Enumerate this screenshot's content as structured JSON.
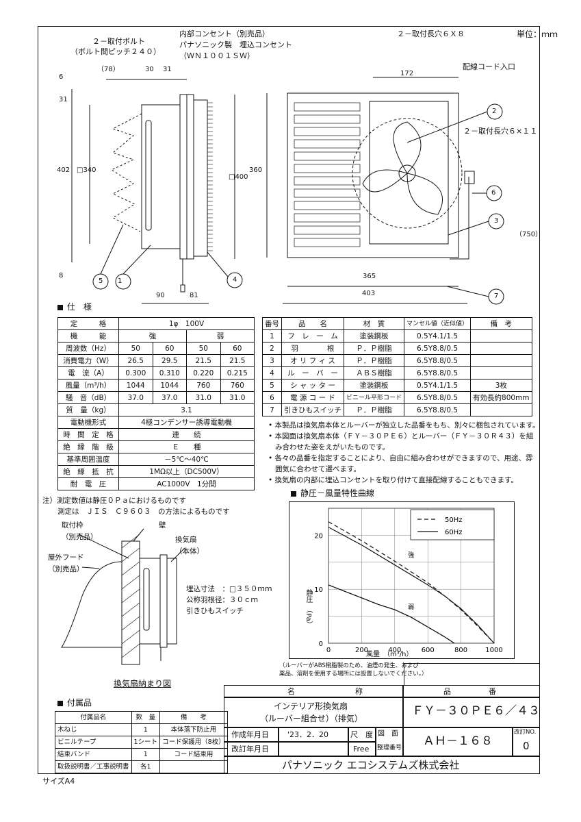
{
  "unit_label": "単位：ｍｍ",
  "size_label": "サイズA4",
  "drawing_labels": {
    "bolt": "２－取付ボルト",
    "bolt_pitch": "（ボルト間ピッチ２４０）",
    "outlet_title": "内部コンセント（別売品）",
    "outlet_maker": "パナソニック製　埋込コンセント",
    "outlet_model": "（ＷＮ１００１ＳＷ）",
    "slot_top": "２－取付長穴６Ｘ８",
    "cord_entry": "配線コード入口",
    "slot_right": "２－取付長穴６×１１",
    "dim_78": "（78）",
    "dim_30": "30",
    "dim_31": "31",
    "dim_6": "6",
    "dim_31v": "31",
    "dim_402": "402",
    "dim_340": "□340",
    "dim_400": "□400",
    "dim_8": "8",
    "dim_90": "90",
    "dim_81": "81",
    "dim_172": "172",
    "dim_360": "360",
    "dim_750": "（750）",
    "dim_365": "365",
    "dim_403": "403",
    "callouts": [
      "1",
      "2",
      "3",
      "4",
      "5",
      "6",
      "7"
    ]
  },
  "spec": {
    "heading": "仕　様",
    "rows": [
      [
        "定　　　格",
        "1φ　100V"
      ],
      [
        "機　　　能",
        "強",
        "弱"
      ],
      [
        "周波数（Hz）",
        "50",
        "60",
        "50",
        "60"
      ],
      [
        "消費電力（W）",
        "26.5",
        "29.5",
        "21.5",
        "21.5"
      ],
      [
        "電　流（A）",
        "0.300",
        "0.310",
        "0.220",
        "0.215"
      ],
      [
        "風量（m³/h）",
        "1044",
        "1044",
        "760",
        "760"
      ],
      [
        "騒　音（dB）",
        "37.0",
        "37.0",
        "31.0",
        "31.0"
      ],
      [
        "質　量（kg）",
        "3.1"
      ],
      [
        "電動機形式",
        "4極コンデンサー誘導電動機"
      ],
      [
        "時　間　定　格",
        "連　　続"
      ],
      [
        "絶　縁　階　級",
        "Ｅ　　種"
      ],
      [
        "基準周囲温度",
        "－5℃～40℃"
      ],
      [
        "絶　縁　抵　抗",
        "1MΩ以上（DC500V）"
      ],
      [
        "耐　電　圧",
        "AC1000V　1分間"
      ]
    ],
    "note1": "注）測定数値は静圧０Ｐａにおけるものです",
    "note2": "測定は　ＪＩＳ　Ｃ９６０３　の方法によるものです"
  },
  "parts": {
    "headers": [
      "番号",
      "品　　名",
      "材　質",
      "マンセル値（近似値）",
      "備　考"
    ],
    "rows": [
      [
        "1",
        "フ　レ　ー　ム",
        "塗装鋼板",
        "0.5Y4.1/1.5",
        ""
      ],
      [
        "2",
        "羽　　　　根",
        "Ｐ．Ｐ樹脂",
        "6.5Y8.8/0.5",
        ""
      ],
      [
        "3",
        "オ リ フ ィ ス",
        "Ｐ．Ｐ樹脂",
        "6.5Y8.8/0.5",
        ""
      ],
      [
        "4",
        "ル　ー　バ　ー",
        "ＡＢＳ樹脂",
        "6.5Y8.8/0.5",
        ""
      ],
      [
        "5",
        "シ ャ ッ タ ー",
        "塗装鋼板",
        "0.5Y4.1/1.5",
        "3枚"
      ],
      [
        "6",
        "電 源 コ ー ド",
        "ビニール平形コード",
        "6.5Y8.8/0.5",
        "有効長約800mm"
      ],
      [
        "7",
        "引きひもスイッチ",
        "Ｐ．Ｐ樹脂",
        "6.5Y8.8/0.5",
        ""
      ]
    ]
  },
  "bullets": [
    "本製品は換気扇本体とルーバーが独立した品番をもち、別々に梱包されています。",
    "本図面は換気扇本体（ＦＹ－３０ＰＥ６）とルーバー（ＦＹ－３０Ｒ４３）を組",
    "み合わせた姿をえがいたものです。",
    "各々の品番を指定することにより、自由に組み合わせができますので、用途、雰",
    "囲気に合わせて選べます。",
    "換気扇の内部に埋込コンセントを取り付けて直接配線することもできます。"
  ],
  "install": {
    "frame": "取付枠",
    "frame_sub": "（別売品）",
    "wall": "壁",
    "fan": "換気扇",
    "fan_sub": "（本体）",
    "hood": "屋外フード",
    "hood_sub": "（別売品）",
    "spec1": "埋込寸法　：□３５０ｍｍ",
    "spec2": "公称羽根径：３０ｃｍ",
    "spec3": "引きひもスイッチ",
    "caption": "換気扇納まり図"
  },
  "chart_data": {
    "type": "line",
    "title": "静圧－風量特性曲線",
    "xlabel": "風量　（m³/h）",
    "ylabel": "静圧　（Pa）",
    "xlim": [
      0,
      1000
    ],
    "ylim": [
      0,
      25
    ],
    "xticks": [
      0,
      200,
      400,
      600,
      800,
      1000
    ],
    "yticks": [
      0,
      10,
      20
    ],
    "legend_position": "top-right",
    "series": [
      {
        "name": "50Hz",
        "curve": "強",
        "style": "dashed",
        "x": [
          0,
          200,
          400,
          600,
          700,
          800,
          900,
          1000
        ],
        "y": [
          22.5,
          19,
          15.2,
          11.2,
          8.8,
          6.2,
          3.2,
          0
        ]
      },
      {
        "name": "60Hz",
        "curve": "強",
        "style": "solid",
        "x": [
          0,
          200,
          400,
          600,
          700,
          800,
          900,
          1000
        ],
        "y": [
          21.5,
          18.2,
          14.5,
          10.8,
          8.8,
          6.4,
          3.4,
          0
        ]
      },
      {
        "name": "50Hz",
        "curve": "弱",
        "style": "dashed",
        "x": [
          0,
          100,
          200,
          300,
          400,
          500,
          600,
          700,
          760
        ],
        "y": [
          10.8,
          9.6,
          8.4,
          7.2,
          6.2,
          4.8,
          3.0,
          1.2,
          0
        ]
      },
      {
        "name": "60Hz",
        "curve": "弱",
        "style": "solid",
        "x": [
          0,
          100,
          200,
          300,
          400,
          500,
          600,
          700,
          760
        ],
        "y": [
          10.8,
          9.6,
          8.4,
          7.2,
          6.2,
          4.8,
          3.0,
          1.2,
          0
        ]
      }
    ],
    "annotations": [
      "強",
      "弱"
    ],
    "footnote1": "（ルーバーがABS樹脂製のため、油煙の発生、および",
    "footnote2": "薬品、溶剤を使用する場所には設置しないでください。）"
  },
  "accessories": {
    "heading": "付属品",
    "headers": [
      "付属品名",
      "数　量",
      "備　　考"
    ],
    "rows": [
      [
        "木ねじ",
        "1",
        "本体落下防止用"
      ],
      [
        "ビニルテープ",
        "1シート",
        "コード保護用（8枚）"
      ],
      [
        "結束バンド",
        "1",
        "コード結束用"
      ],
      [
        "取扱説明書／工事説明書",
        "各1",
        ""
      ]
    ]
  },
  "title_block": {
    "name_header": "名　　　　　　　　称",
    "part_header": "品　　　　　番",
    "name1": "インテリア形換気扇",
    "name2": "（ルーバー組合せ）（排気）",
    "part_no": "ＦＹ－３０ＰＥ６／４３",
    "created_label": "作成年月日",
    "created_date": "'23．2．20",
    "scale_label": "尺　度",
    "scale_value": "Free",
    "drawing_label": "図　面",
    "drawing_label2": "整理番号",
    "drawing_no": "ＡＨ－１６８",
    "revised_label": "改訂年月日",
    "rev_label": "改訂NO.",
    "rev_no": "0",
    "company": "パナソニック エコシステムズ株式会社"
  }
}
